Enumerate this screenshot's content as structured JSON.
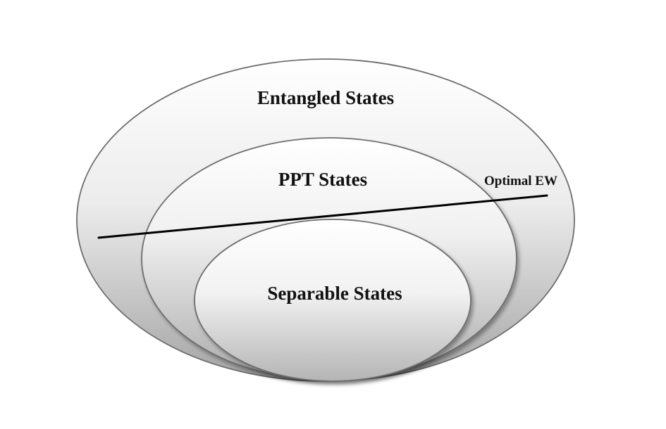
{
  "diagram": {
    "sets": [
      {
        "label": "Entangled States"
      },
      {
        "label": "PPT States"
      },
      {
        "label": "Separable States"
      }
    ],
    "witness": {
      "label": "Optimal EW"
    }
  },
  "colors": {
    "outline": "#6e6e6e",
    "fill_light": "#ffffff",
    "fill_dark": "#a9a9a9",
    "text": "#111111",
    "line": "#000000"
  }
}
